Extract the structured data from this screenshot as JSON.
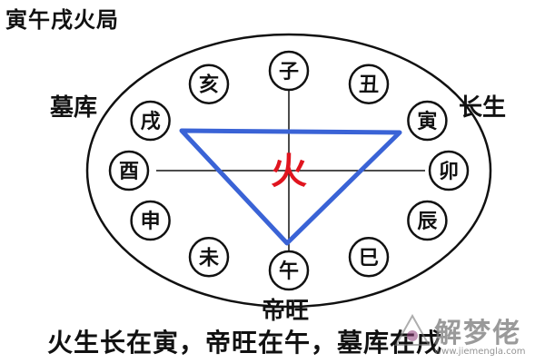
{
  "title": "寅午戌火局",
  "labels": {
    "tomb": "墓库",
    "birth": "长生",
    "peak": "帝旺",
    "center": "火"
  },
  "branches": [
    {
      "id": "zi",
      "char": "子"
    },
    {
      "id": "chou",
      "char": "丑"
    },
    {
      "id": "yin",
      "char": "寅"
    },
    {
      "id": "mao",
      "char": "卯"
    },
    {
      "id": "chen",
      "char": "辰"
    },
    {
      "id": "si",
      "char": "巳"
    },
    {
      "id": "wu",
      "char": "午"
    },
    {
      "id": "wei",
      "char": "未"
    },
    {
      "id": "shen",
      "char": "申"
    },
    {
      "id": "you",
      "char": "酉"
    },
    {
      "id": "xu",
      "char": "戌"
    },
    {
      "id": "hai",
      "char": "亥"
    }
  ],
  "caption": "火生长在寅，帝旺在午，墓库在戌",
  "watermark": {
    "text": "解梦佬",
    "url": "www.jiemengla.com"
  },
  "colors": {
    "triangle": "#3a63d6",
    "center": "#e0141e",
    "ink": "#111111"
  }
}
